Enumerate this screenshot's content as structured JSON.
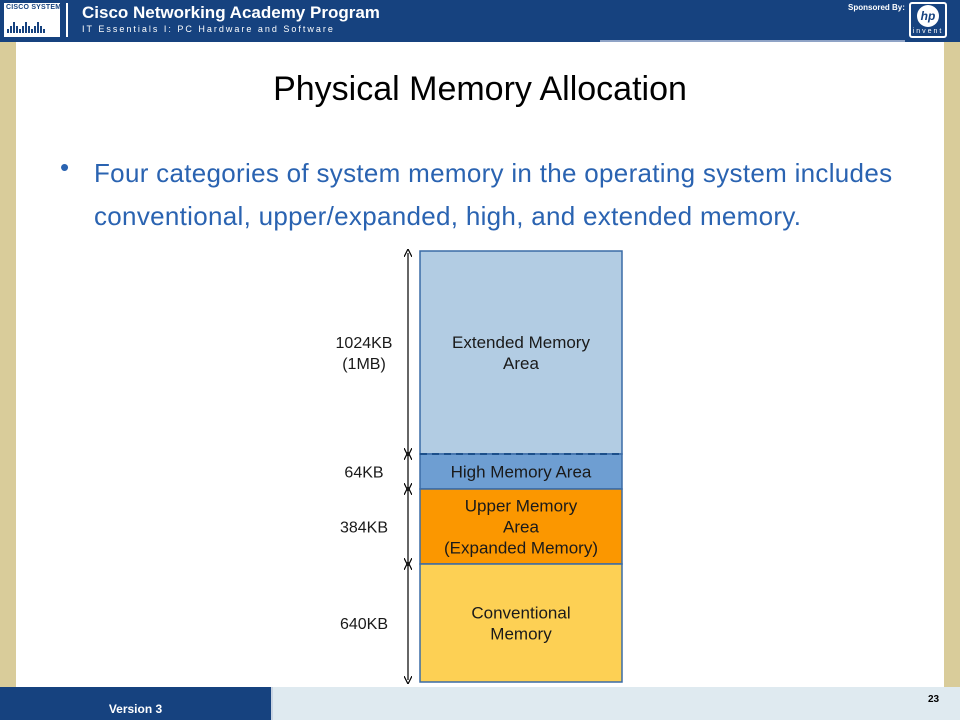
{
  "header": {
    "cisco_brand": "CISCO SYSTEMS",
    "title": "Cisco Networking Academy Program",
    "subtitle": "IT Essentials I: PC Hardware and Software",
    "sponsor_label": "Sponsored By:",
    "hp_logo_text": "hp",
    "hp_invent": "invent"
  },
  "slide": {
    "title": "Physical Memory Allocation",
    "bullet_symbol": "•",
    "bullet": "Four categories of system memory in the operating system includes conventional, upper/expanded, high, and extended memory."
  },
  "diagram": {
    "blocks": [
      {
        "name": "extended",
        "lines": [
          "Extended Memory",
          "Area"
        ],
        "size_lines": [
          "1024KB",
          "(1MB)"
        ],
        "kb": 1024,
        "color": "#b2cce3"
      },
      {
        "name": "high",
        "lines": [
          "High Memory Area"
        ],
        "size_lines": [
          "64KB"
        ],
        "kb": 64,
        "color": "#6e9ed2"
      },
      {
        "name": "upper",
        "lines": [
          "Upper Memory",
          "Area",
          "(Expanded Memory)"
        ],
        "size_lines": [
          "384KB"
        ],
        "kb": 384,
        "color": "#fb9700"
      },
      {
        "name": "conventional",
        "lines": [
          "Conventional",
          "Memory"
        ],
        "size_lines": [
          "640KB"
        ],
        "kb": 640,
        "color": "#fdd054"
      }
    ]
  },
  "footer": {
    "version": "Version 3",
    "page_number": "23"
  },
  "colors": {
    "header_blue": "#16427f",
    "bullet_text": "#2a63b1",
    "block_border": "#3a6ba6",
    "dashed_divider": "#1c4f8a"
  }
}
